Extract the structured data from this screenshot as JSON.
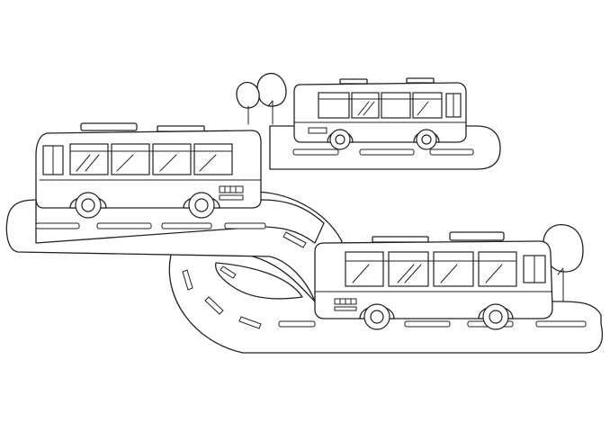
{
  "scene": {
    "title": "",
    "objects": [
      "bus",
      "bus",
      "bus",
      "tree",
      "tree",
      "tree",
      "road"
    ],
    "line_color": "#222222",
    "background": "#ffffff"
  }
}
